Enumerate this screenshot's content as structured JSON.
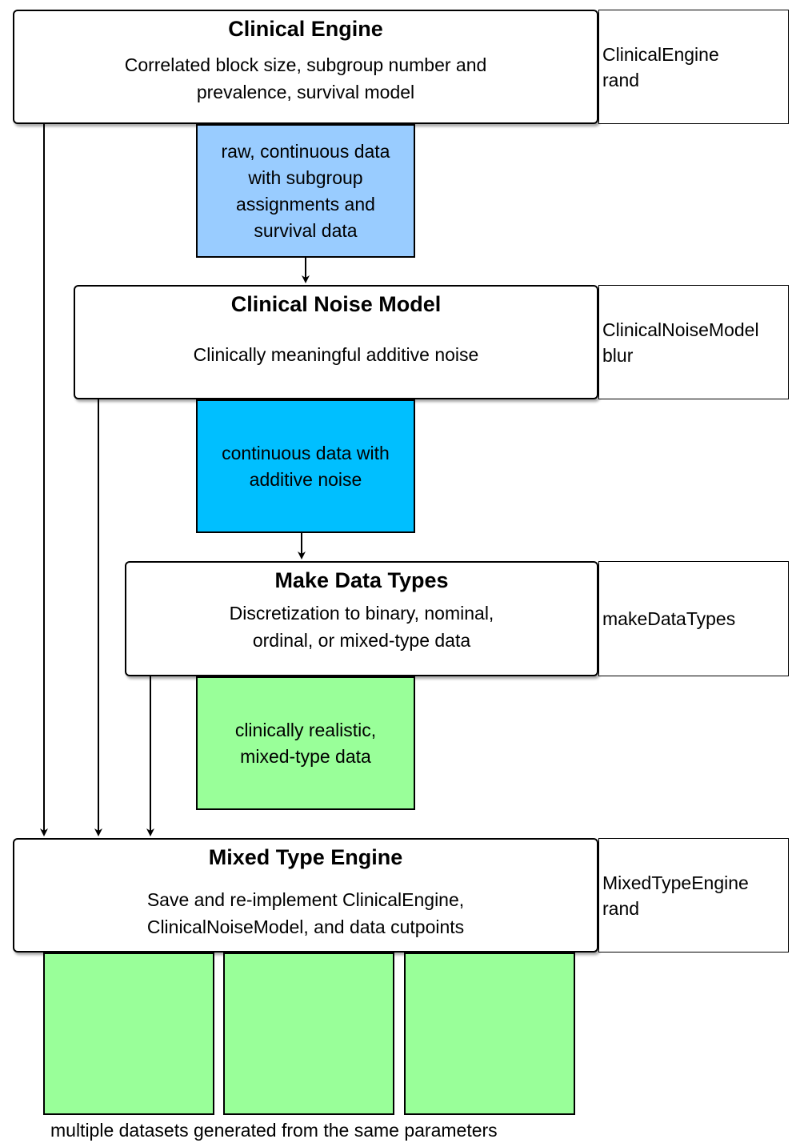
{
  "clinical_engine": {
    "title": "Clinical Engine",
    "desc_line1": "Correlated block size, subgroup number and",
    "desc_line2": "prevalence, survival model",
    "fn_line1": "ClinicalEngine",
    "fn_line2": "rand"
  },
  "raw_data": {
    "lines": [
      "raw, continuous data",
      "with subgroup",
      "assignments and",
      "survival data"
    ],
    "color": "#99ccff"
  },
  "noise_model": {
    "title": "Clinical Noise Model",
    "desc": "Clinically meaningful additive noise",
    "fn_line1": "ClinicalNoiseModel",
    "fn_line2": "blur"
  },
  "noisy_data": {
    "lines": [
      "continuous data with",
      "additive noise"
    ],
    "color": "#00bfff"
  },
  "data_types": {
    "title": "Make Data Types",
    "desc_line1": "Discretization to binary, nominal,",
    "desc_line2": "ordinal, or mixed-type data",
    "fn_line1": "makeDataTypes"
  },
  "mixed_data": {
    "lines": [
      "clinically realistic,",
      "mixed-type data"
    ],
    "color": "#99ff99"
  },
  "mixed_engine": {
    "title": "Mixed Type Engine",
    "desc_line1": "Save and re-implement ClinicalEngine,",
    "desc_line2": "ClinicalNoiseModel, and data cutpoints",
    "fn_line1": "MixedTypeEngine",
    "fn_line2": "rand"
  },
  "caption": "multiple datasets generated from the same parameters"
}
